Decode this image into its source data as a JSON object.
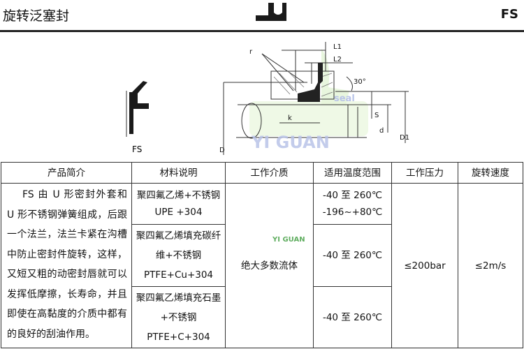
{
  "header": {
    "title": "旋转泛塞封",
    "code": "FS",
    "icon": "u-seal-profile-icon"
  },
  "drawing": {
    "profile_label": "FS",
    "labels": {
      "r": "r",
      "L1": "L1",
      "L2": "L2",
      "angle": "30°",
      "S": "S",
      "d": "d",
      "D1": "D1",
      "D": "D",
      "k": "k"
    },
    "watermark": "YI GUAN",
    "watermark_seal": "seal"
  },
  "table": {
    "headers": [
      "产品简介",
      "材料说明",
      "工作介质",
      "适用温度范围",
      "工作压力",
      "旋转速度"
    ],
    "description": "FS 由 U 形密封外套和 U 形不锈钢弹簧组成，后跟一个法兰，法兰卡紧在沟槽中防止密封件旋转，这样，又短又粗的动密封唇就可以发挥低摩擦，长寿命，并且即使在高黏度的介质中都有的良好的刮油作用。",
    "materials": [
      {
        "line1": "聚四氟乙烯+不锈钢",
        "line2": "UPE +304"
      },
      {
        "line1": "聚四氟乙烯填充碳纤维+不锈钢",
        "line2": "PTFE+Cu+304"
      },
      {
        "line1": "聚四氟乙烯填充石墨+不锈钢",
        "line2": "PTFE+C+304"
      }
    ],
    "medium": "绝大多数流体",
    "temperatures": [
      {
        "line1": "-40 至 260℃",
        "line2": "-196~+80℃"
      },
      {
        "line1": "-40 至 260℃"
      },
      {
        "line1": "-40 至 260℃"
      }
    ],
    "pressure": "≤200bar",
    "speed": "≤2m/s",
    "watermark": "YI GUAN"
  }
}
